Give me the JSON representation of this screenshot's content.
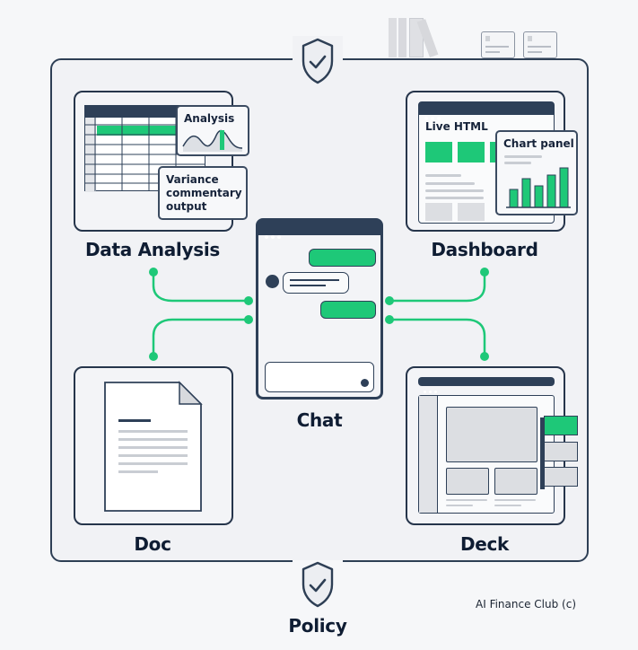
{
  "diagram": {
    "center": {
      "label": "Chat"
    },
    "nodes": [
      {
        "id": "data-analysis",
        "label": "Data Analysis",
        "panels": {
          "analysis": "Analysis",
          "commentary": "Variance commentary output"
        }
      },
      {
        "id": "dashboard",
        "label": "Dashboard",
        "panels": {
          "live": "Live HTML",
          "chart": "Chart panel"
        }
      },
      {
        "id": "doc",
        "label": "Doc"
      },
      {
        "id": "deck",
        "label": "Deck"
      }
    ],
    "policy": {
      "label": "Policy"
    },
    "credit": "AI Finance Club (c)"
  },
  "colors": {
    "accent_green": "#1ec878",
    "navy": "#2e4058",
    "frame": "#2e3f55",
    "text": "#0f1d33"
  },
  "icons": {
    "top_shield": "shield-check-icon",
    "bottom_shield": "shield-check-icon",
    "books": "books-icon",
    "cards": "document-card-icon"
  }
}
